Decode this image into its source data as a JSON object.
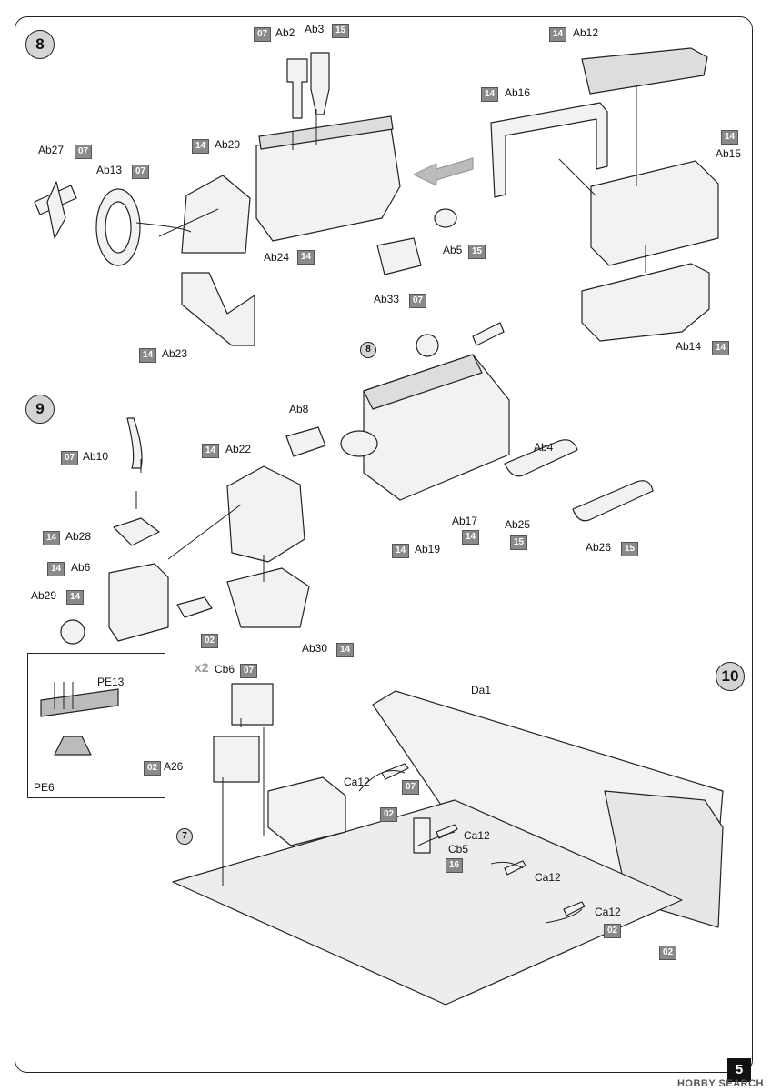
{
  "steps": {
    "s8": "8",
    "s9": "9",
    "s10": "10"
  },
  "ref": {
    "r8": "8",
    "r7": "7"
  },
  "labels": {
    "Ab2": "Ab2",
    "Ab3": "Ab3",
    "Ab12": "Ab12",
    "Ab16": "Ab16",
    "Ab27": "Ab27",
    "Ab13": "Ab13",
    "Ab20": "Ab20",
    "Ab15": "Ab15",
    "Ab5": "Ab5",
    "Ab24": "Ab24",
    "Ab33": "Ab33",
    "Ab23": "Ab23",
    "Ab14": "Ab14",
    "Ab8": "Ab8",
    "Ab10": "Ab10",
    "Ab22": "Ab22",
    "Ab4": "Ab4",
    "Ab28": "Ab28",
    "Ab6": "Ab6",
    "Ab29": "Ab29",
    "Ab17": "Ab17",
    "Ab25": "Ab25",
    "Ab19": "Ab19",
    "Ab26": "Ab26",
    "Ab30": "Ab30",
    "PE13": "PE13",
    "PE6": "PE6",
    "Cb6": "Cb6",
    "Da1": "Da1",
    "A26": "A26",
    "Ca12": "Ca12",
    "Cb5": "Cb5"
  },
  "tags": {
    "t07": "07",
    "t14": "14",
    "t15": "15",
    "t02": "02",
    "t16": "16"
  },
  "qty": "x2",
  "page_number": "5",
  "watermark": "HOBBY SEARCH"
}
